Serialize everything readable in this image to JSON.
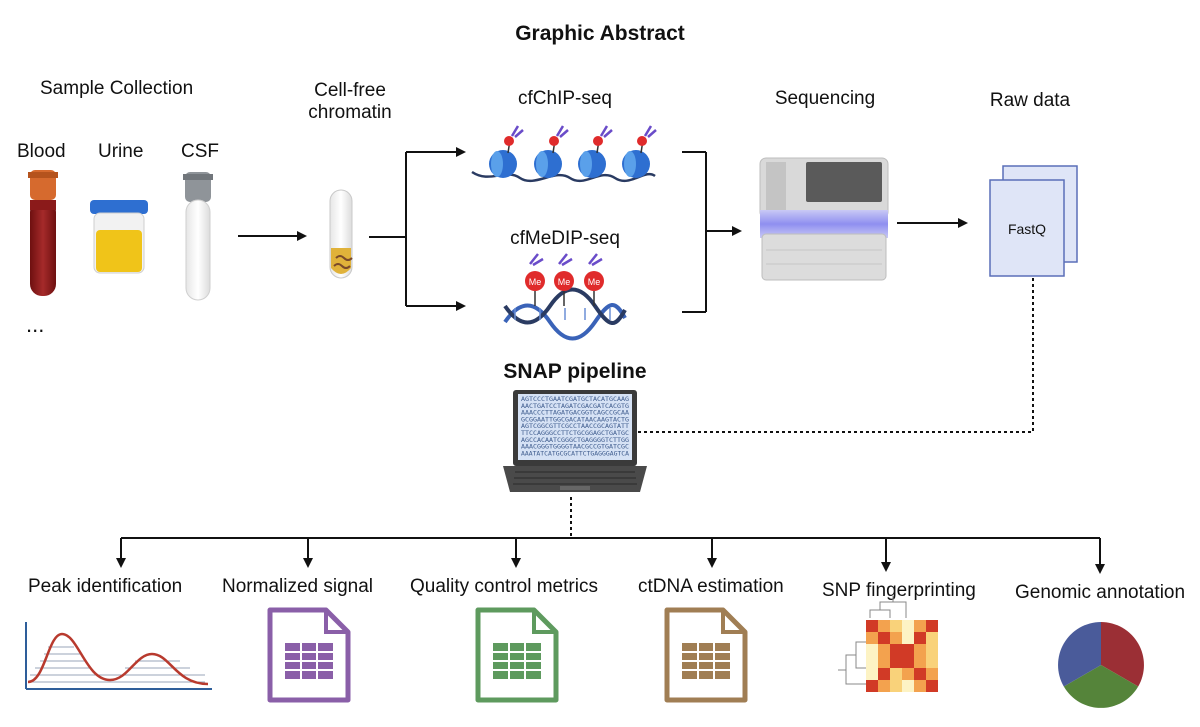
{
  "title": "Graphic Abstract",
  "sample_collection": {
    "heading": "Sample Collection",
    "samples": [
      "Blood",
      "Urine",
      "CSF"
    ],
    "more": "..."
  },
  "cell_free": {
    "line1": "Cell-free",
    "line2": "chromatin"
  },
  "assays": {
    "chip": "cfChIP-seq",
    "medip": "cfMeDIP-seq",
    "me_label": "Me"
  },
  "sequencing": "Sequencing",
  "raw_data": {
    "heading": "Raw data",
    "file": "FastQ"
  },
  "pipeline": {
    "heading": "SNAP pipeline",
    "screen_lines": [
      "AGTCCCTGAATCGATGCTACATGCAAG",
      "AACTGATCCTAGATCGACGATCACGTG",
      "AAACCCTTAGATGACGGTCAGCCGCAA",
      "GCGGAATTGGCGACATAACAAGTACTG",
      "AGTCGGCGTTCGCCTAACCGCAGTATT",
      "TTCCAGGGCCTTCTGCGGAGCTGATGC",
      "AGCCACAATCGGGCTGAGGGGTCTTGG",
      "AAACGGGTGGGGTAACGCCGTGATCGC",
      "AAATATCATGCGCATTCTGAGGGAGTCA"
    ]
  },
  "outputs": [
    "Peak identification",
    "Normalized signal",
    "Quality control metrics",
    "ctDNA estimation",
    "SNP fingerprinting",
    "Genomic annotation"
  ],
  "colors": {
    "blood": "#8b1a1a",
    "urine": "#f0c419",
    "normalized_sheet": "#8a5fa8",
    "qc_sheet": "#5e9a5e",
    "ctdna_sheet": "#a07e54",
    "pie": [
      "#9b2f35",
      "#4a5b9a",
      "#55843a"
    ]
  }
}
